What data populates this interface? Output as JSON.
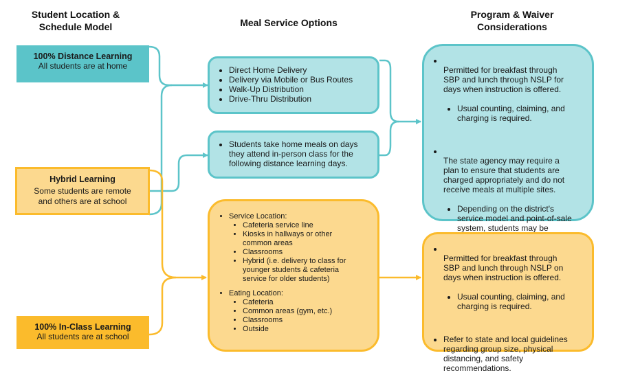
{
  "columns": {
    "location": "Student Location &\nSchedule Model",
    "meal": "Meal Service Options",
    "program": "Program & Waiver\nConsiderations"
  },
  "models": {
    "distance": {
      "title": "100% Distance Learning",
      "subtitle": "All students are at home"
    },
    "hybrid": {
      "title": "Hybrid Learning",
      "subtitle": "Some students are remote\nand others are at school"
    },
    "inclass": {
      "title": "100% In-Class Learning",
      "subtitle": "All students are at school"
    }
  },
  "meal": {
    "delivery": [
      "Direct Home Delivery",
      "Delivery via Mobile or Bus Routes",
      "Walk-Up Distribution",
      "Drive-Thru Distribution"
    ],
    "takehome": "Students take home meals on days\nthey attend in-person class for the\nfollowing distance learning days.",
    "onsite": {
      "service_label": "Service Location:",
      "service_items": [
        "Cafeteria service line",
        "Kiosks in hallways or other\ncommon areas",
        "Classrooms",
        "Hybrid (i.e. delivery to class for\nyounger students & cafeteria\nservice for older students)"
      ],
      "eating_label": "Eating Location:",
      "eating_items": [
        "Cafeteria",
        "Common areas (gym, etc.)",
        "Classrooms",
        "Outside"
      ]
    }
  },
  "program": {
    "remote": {
      "p1": "Permitted for breakfast through\nSBP and lunch through NSLP for\ndays when instruction is offered.",
      "p1_sub": "Usual counting, claiming, and\ncharging is required.",
      "p2": "The state agency may require a\nplan to ensure that students are\ncharged appropriately and do not\nreceive meals at multiple sites.",
      "p2_sub": "Depending on the district's\nservice model and point-of-sale\nsystem, students may be\nlimited to receiving meals at the\nschool where they are enrolled."
    },
    "inperson": {
      "p1": "Permitted for breakfast through\nSBP and lunch through NSLP on\ndays when instruction is offered.",
      "p1_sub": "Usual counting, claiming, and\ncharging is required.",
      "p2": "Refer to state and local guidelines\nregarding group size, physical\ndistancing, and safety\nrecommendations."
    }
  },
  "colors": {
    "teal": "#5cc4c9",
    "teal_light": "#b2e3e6",
    "amber": "#fbbb2c",
    "amber_light": "#fcd98f"
  }
}
